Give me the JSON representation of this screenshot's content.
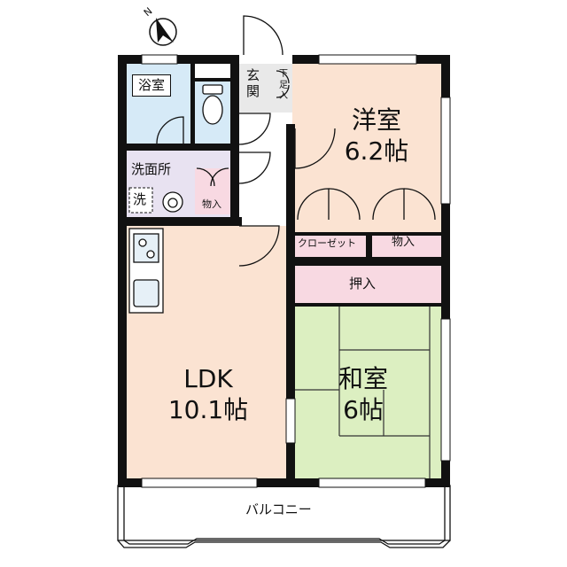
{
  "floorplan": {
    "compass": {
      "label": "N"
    },
    "rooms": {
      "ldk": {
        "name": "LDK",
        "size": "10.1帖"
      },
      "western": {
        "name": "洋室",
        "size": "6.2帖"
      },
      "japanese": {
        "name": "和室",
        "size": "6帖"
      },
      "bath": {
        "name": "浴室"
      },
      "washroom": {
        "name": "洗面所"
      },
      "washer": {
        "name": "洗"
      },
      "entrance": {
        "name": "玄関"
      },
      "shoe_box": {
        "name": "下足入"
      },
      "storage_wash": {
        "name": "物入"
      },
      "closet": {
        "name": "クローゼット"
      },
      "storage_western": {
        "name": "物入"
      },
      "oshiire": {
        "name": "押入"
      },
      "balcony": {
        "name": "バルコニー"
      }
    },
    "colors": {
      "wall": "#111111",
      "ldk": "#fbe3d2",
      "western": "#fbe3d2",
      "japanese": "#dcefc1",
      "wet": "#d6eaf7",
      "washroom": "#e8e2f1",
      "entry": "#e9e9e9",
      "storage": "#f8d9e2"
    }
  }
}
